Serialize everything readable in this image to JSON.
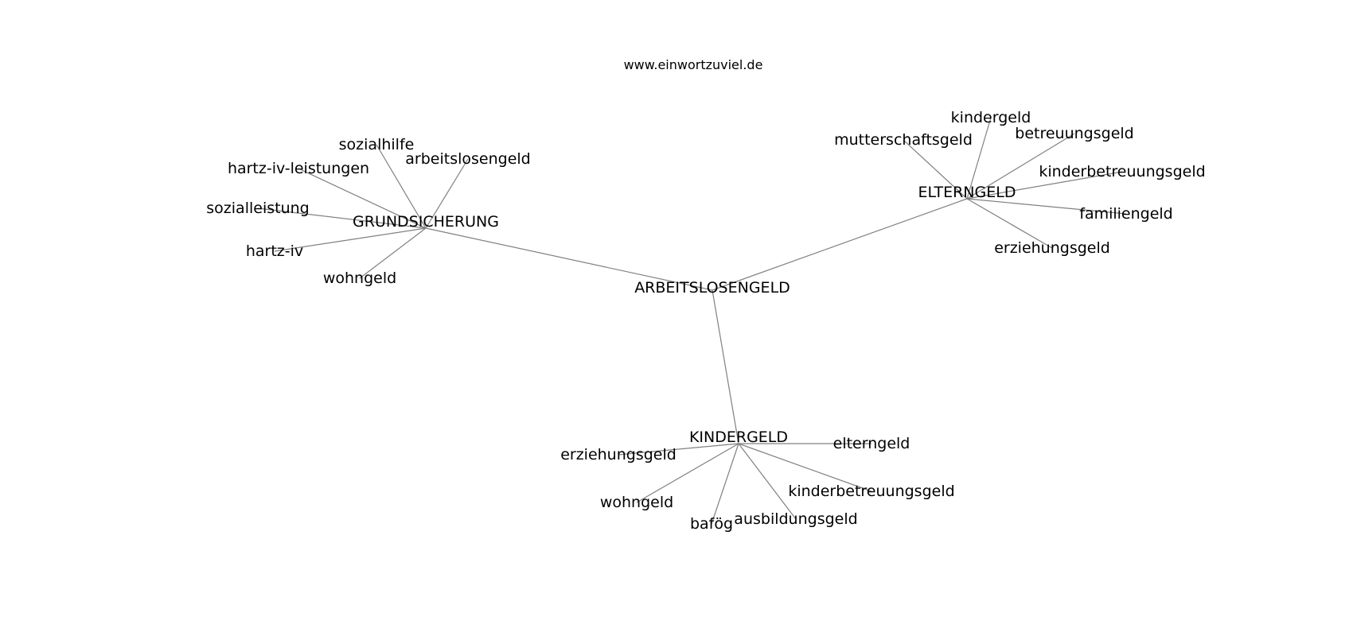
{
  "header": {
    "source": "www.einwortzuviel.de"
  },
  "colors": {
    "edge": "#808080",
    "text": "#000000",
    "background": "#ffffff"
  },
  "graph": {
    "center": {
      "id": "arbeitslosengeld-center",
      "label": "ARBEITSLOSENGELD"
    },
    "clusters": [
      {
        "id": "grundsicherung",
        "label": "GRUNDSICHERUNG",
        "leaves": [
          {
            "id": "sozialhilfe",
            "label": "sozialhilfe"
          },
          {
            "id": "arbeitslosengeld",
            "label": "arbeitslosengeld"
          },
          {
            "id": "hartz-iv-leistungen",
            "label": "hartz-iv-leistungen"
          },
          {
            "id": "sozialleistung",
            "label": "sozialleistung"
          },
          {
            "id": "hartz-iv",
            "label": "hartz-iv"
          },
          {
            "id": "wohngeld",
            "label": "wohngeld"
          }
        ]
      },
      {
        "id": "elterngeld",
        "label": "ELTERNGELD",
        "leaves": [
          {
            "id": "kindergeld",
            "label": "kindergeld"
          },
          {
            "id": "mutterschaftsgeld",
            "label": "mutterschaftsgeld"
          },
          {
            "id": "betreuungsgeld",
            "label": "betreuungsgeld"
          },
          {
            "id": "kinderbetreuungsgeld",
            "label": "kinderbetreuungsgeld"
          },
          {
            "id": "familiengeld",
            "label": "familiengeld"
          },
          {
            "id": "erziehungsgeld",
            "label": "erziehungsgeld"
          }
        ]
      },
      {
        "id": "kindergeld",
        "label": "KINDERGELD",
        "leaves": [
          {
            "id": "elterngeld",
            "label": "elterngeld"
          },
          {
            "id": "erziehungsgeld",
            "label": "erziehungsgeld"
          },
          {
            "id": "kinderbetreuungsgeld",
            "label": "kinderbetreuungsgeld"
          },
          {
            "id": "wohngeld",
            "label": "wohngeld"
          },
          {
            "id": "ausbildungsgeld",
            "label": "ausbildungsgeld"
          },
          {
            "id": "bafoeg",
            "label": "bafög"
          }
        ]
      }
    ]
  }
}
